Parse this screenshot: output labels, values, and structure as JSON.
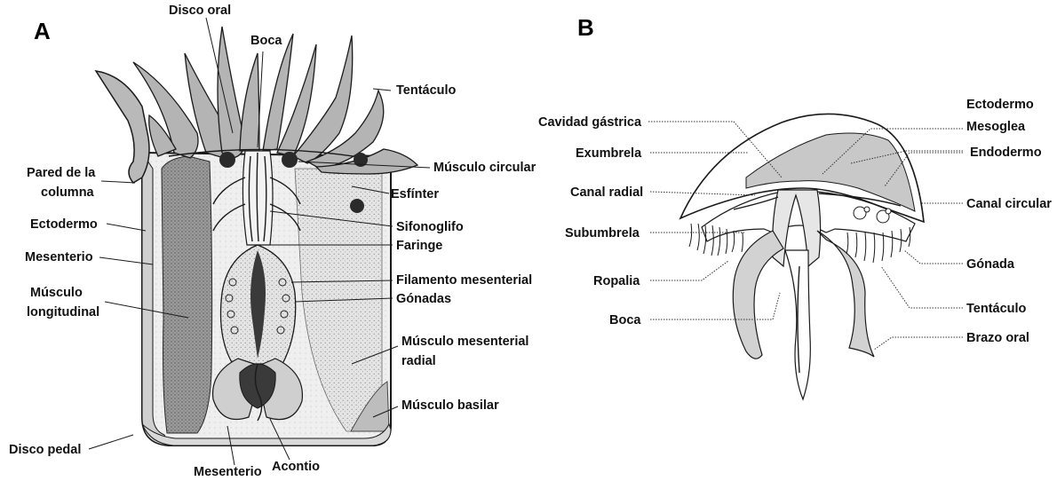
{
  "panels": {
    "a": "A",
    "b": "B"
  },
  "anemone": {
    "labels": {
      "disco_oral": "Disco oral",
      "boca": "Boca",
      "tentaculo": "Tentáculo",
      "pared_1": "Pared de la",
      "pared_2": "columna",
      "musculo_circular": "Músculo circular",
      "esfinter": "Esfínter",
      "ectodermo": "Ectodermo",
      "sifonoglifo": "Sifonoglifo",
      "faringe": "Faringe",
      "mesenterio": "Mesenterio",
      "filamento": "Filamento mesenterial",
      "gonadas": "Gónadas",
      "longitudinal_1": "Músculo",
      "longitudinal_2": "longitudinal",
      "mesenterial_radial_1": "Músculo mesenterial",
      "mesenterial_radial_2": "radial",
      "basilar": "Músculo basilar",
      "disco_pedal": "Disco pedal",
      "mesenterio_bottom": "Mesenterio",
      "acontio": "Acontio"
    }
  },
  "jellyfish": {
    "labels": {
      "cavidad": "Cavidad gástrica",
      "exumbrela": "Exumbrela",
      "canal_radial": "Canal radial",
      "subumbrela": "Subumbrela",
      "ropalia": "Ropalia",
      "boca": "Boca",
      "ectodermo": "Ectodermo",
      "mesoglea": "Mesoglea",
      "endodermo": "Endodermo",
      "canal_circular": "Canal circular",
      "gonada": "Gónada",
      "tentaculo": "Tentáculo",
      "brazo_oral": "Brazo oral"
    }
  }
}
